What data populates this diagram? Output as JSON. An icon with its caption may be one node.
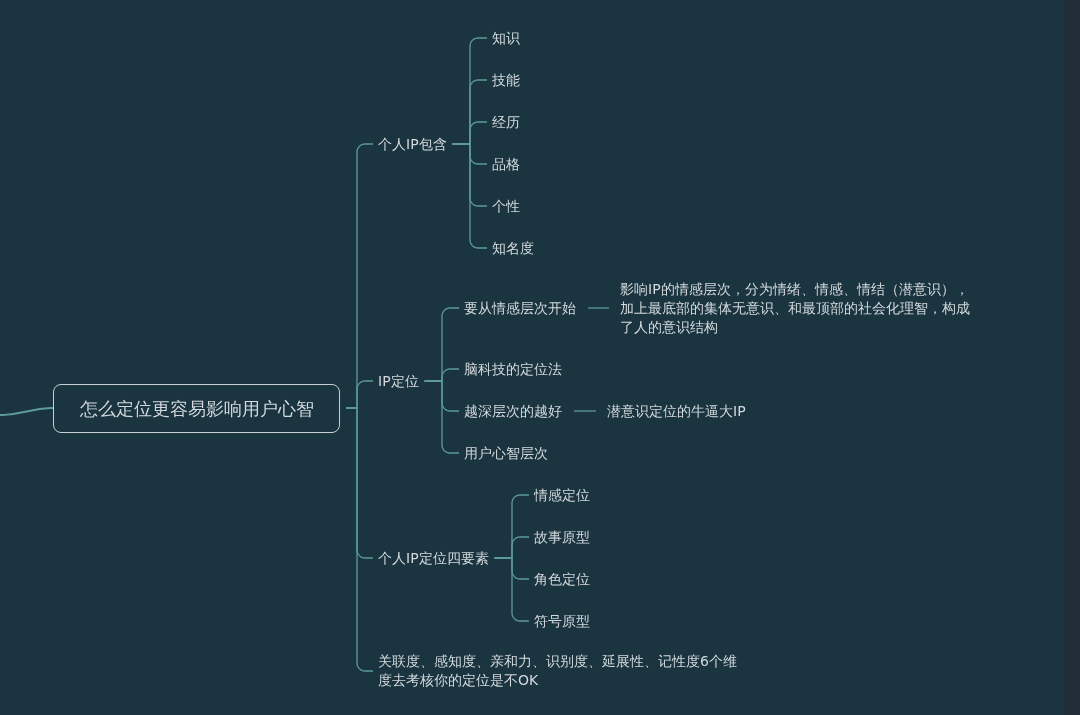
{
  "diagram": {
    "nodes": [
      {
        "text": [
          "怎么定位更容易影响用户心智"
        ]
      },
      {
        "text": [
          "个人IP包含"
        ]
      },
      {
        "text": [
          "知识"
        ]
      },
      {
        "text": [
          "技能"
        ]
      },
      {
        "text": [
          "经历"
        ]
      },
      {
        "text": [
          "品格"
        ]
      },
      {
        "text": [
          "个性"
        ]
      },
      {
        "text": [
          "知名度"
        ]
      },
      {
        "text": [
          "IP定位"
        ]
      },
      {
        "text": [
          "要从情感层次开始"
        ]
      },
      {
        "text": [
          "影响IP的情感层次，分为情绪、情感、情结（潜意识），加上最底部的集体无意识、和最顶部的社会化理智，构成了人的意识结构"
        ]
      },
      {
        "text": [
          "脑科技的定位法"
        ]
      },
      {
        "text": [
          "越深层次的越好"
        ]
      },
      {
        "text": [
          "潜意识定位的牛逼大IP"
        ]
      },
      {
        "text": [
          "用户心智层次"
        ]
      },
      {
        "text": [
          "个人IP定位四要素"
        ]
      },
      {
        "text": [
          "情感定位"
        ]
      },
      {
        "text": [
          "故事原型"
        ]
      },
      {
        "text": [
          "角色定位"
        ]
      },
      {
        "text": [
          "符号原型"
        ]
      },
      {
        "text": [
          "关联度、感知度、亲和力、识别度、延展性、记性度6个维度去考核你的定位是不OK"
        ]
      }
    ],
    "edges": [
      {
        "from": null,
        "to": 0,
        "arrow": "none"
      },
      {
        "from": 0,
        "to": 1,
        "arrow": "none"
      },
      {
        "from": 1,
        "to": 2,
        "arrow": "none"
      },
      {
        "from": 1,
        "to": 3,
        "arrow": "none"
      },
      {
        "from": 1,
        "to": 4,
        "arrow": "none"
      },
      {
        "from": 1,
        "to": 5,
        "arrow": "none"
      },
      {
        "from": 1,
        "to": 6,
        "arrow": "none"
      },
      {
        "from": 1,
        "to": 7,
        "arrow": "none"
      },
      {
        "from": 0,
        "to": 8,
        "arrow": "none"
      },
      {
        "from": 8,
        "to": 9,
        "arrow": "none"
      },
      {
        "from": 9,
        "to": 10,
        "arrow": "none"
      },
      {
        "from": 8,
        "to": 11,
        "arrow": "none"
      },
      {
        "from": 8,
        "to": 12,
        "arrow": "none"
      },
      {
        "from": 12,
        "to": 13,
        "arrow": "none"
      },
      {
        "from": 8,
        "to": 14,
        "arrow": "none"
      },
      {
        "from": 0,
        "to": 15,
        "arrow": "none"
      },
      {
        "from": 15,
        "to": 16,
        "arrow": "none"
      },
      {
        "from": 15,
        "to": 17,
        "arrow": "none"
      },
      {
        "from": 15,
        "to": 18,
        "arrow": "none"
      },
      {
        "from": 15,
        "to": 19,
        "arrow": "none"
      },
      {
        "from": 0,
        "to": 20,
        "arrow": "none"
      }
    ]
  }
}
